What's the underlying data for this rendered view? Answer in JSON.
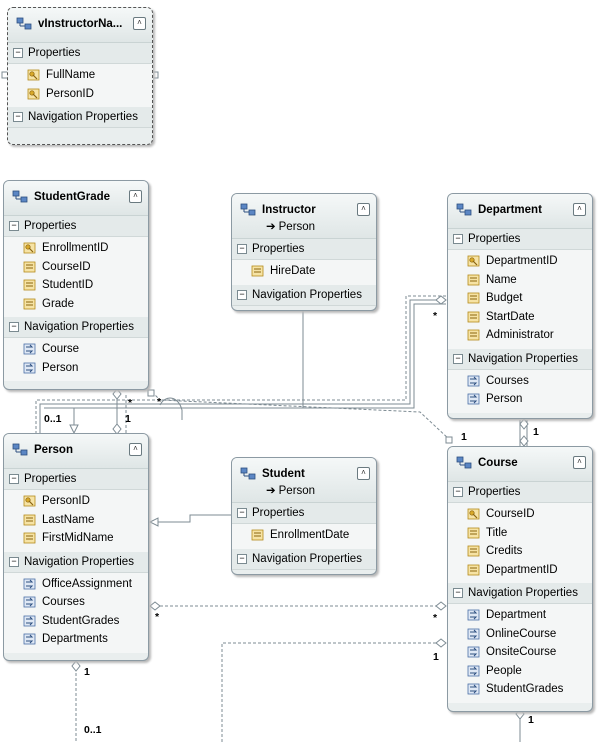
{
  "entities": {
    "vinstructor": {
      "title": "vInstructorNa...",
      "properties_label": "Properties",
      "navigation_label": "Navigation Properties",
      "properties": [
        {
          "name": "FullName",
          "key": true
        },
        {
          "name": "PersonID",
          "key": true
        }
      ],
      "navigation": []
    },
    "studentgrade": {
      "title": "StudentGrade",
      "properties_label": "Properties",
      "navigation_label": "Navigation Properties",
      "properties": [
        {
          "name": "EnrollmentID",
          "key": true
        },
        {
          "name": "CourseID",
          "key": false
        },
        {
          "name": "StudentID",
          "key": false
        },
        {
          "name": "Grade",
          "key": false
        }
      ],
      "navigation": [
        "Course",
        "Person"
      ]
    },
    "instructor": {
      "title": "Instructor",
      "base": "Person",
      "properties_label": "Properties",
      "navigation_label": "Navigation Properties",
      "properties": [
        {
          "name": "HireDate",
          "key": false
        }
      ],
      "navigation": []
    },
    "department": {
      "title": "Department",
      "properties_label": "Properties",
      "navigation_label": "Navigation Properties",
      "properties": [
        {
          "name": "DepartmentID",
          "key": true
        },
        {
          "name": "Name",
          "key": false
        },
        {
          "name": "Budget",
          "key": false
        },
        {
          "name": "StartDate",
          "key": false
        },
        {
          "name": "Administrator",
          "key": false
        }
      ],
      "navigation": [
        "Courses",
        "Person"
      ]
    },
    "person": {
      "title": "Person",
      "properties_label": "Properties",
      "navigation_label": "Navigation Properties",
      "properties": [
        {
          "name": "PersonID",
          "key": true
        },
        {
          "name": "LastName",
          "key": false
        },
        {
          "name": "FirstMidName",
          "key": false
        }
      ],
      "navigation": [
        "OfficeAssignment",
        "Courses",
        "StudentGrades",
        "Departments"
      ]
    },
    "student": {
      "title": "Student",
      "base": "Person",
      "properties_label": "Properties",
      "navigation_label": "Navigation Properties",
      "properties": [
        {
          "name": "EnrollmentDate",
          "key": false
        }
      ],
      "navigation": []
    },
    "course": {
      "title": "Course",
      "properties_label": "Properties",
      "navigation_label": "Navigation Properties",
      "properties": [
        {
          "name": "CourseID",
          "key": true
        },
        {
          "name": "Title",
          "key": false
        },
        {
          "name": "Credits",
          "key": false
        },
        {
          "name": "DepartmentID",
          "key": false
        }
      ],
      "navigation": [
        "Department",
        "OnlineCourse",
        "OnsiteCourse",
        "People",
        "StudentGrades"
      ]
    }
  },
  "multiplicities": {
    "person_studentgrade": "0..1",
    "sg_person_many": "*",
    "sg_course_many": "*",
    "sg_course_one": "1",
    "dept_person_many": "*",
    "dept_course_one": "1",
    "course_dept_one": "1",
    "person_course_many_left": "*",
    "person_course_many_right": "*",
    "person_officeassign_one": "1",
    "officeassign_zero_one": "0..1",
    "course_subtype_one": "1",
    "course_bottom_one": "1"
  },
  "colors": {
    "border": "#8c9aa3",
    "header": "#e9eeee",
    "connector": "#7d8b93",
    "key_icon": "#d8a92a"
  }
}
